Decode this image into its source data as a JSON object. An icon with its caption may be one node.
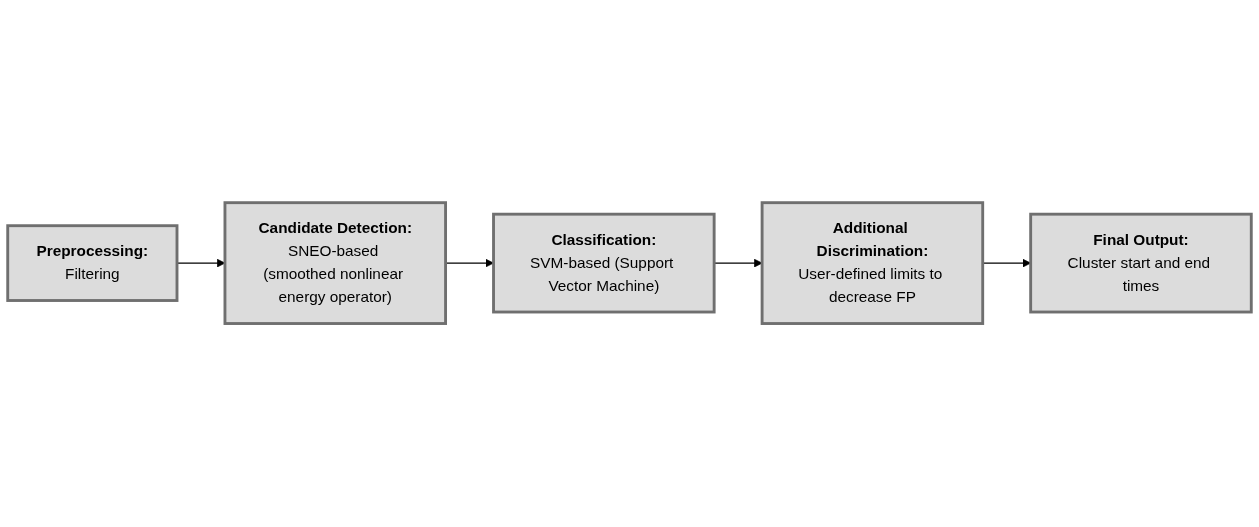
{
  "diagram": {
    "nodes": [
      {
        "text": [
          "Preprocessing:",
          "Filtering"
        ]
      },
      {
        "text": [
          "Candidate Detection:",
          "SNEO-based (smoothed nonlinear energy operator)"
        ]
      },
      {
        "text": [
          "Classification:",
          "SVM-based (Support Vector Machine)"
        ]
      },
      {
        "text": [
          "Additional Discrimination:",
          "User-defined limits to decrease FP"
        ]
      },
      {
        "text": [
          "Final Output:",
          "Cluster start and end times"
        ]
      }
    ],
    "edges": [
      {
        "from": 0,
        "to": 1,
        "arrow": "to"
      },
      {
        "from": 1,
        "to": 2,
        "arrow": "to"
      },
      {
        "from": 2,
        "to": 3,
        "arrow": "to"
      },
      {
        "from": 3,
        "to": 4,
        "arrow": "to"
      }
    ]
  }
}
